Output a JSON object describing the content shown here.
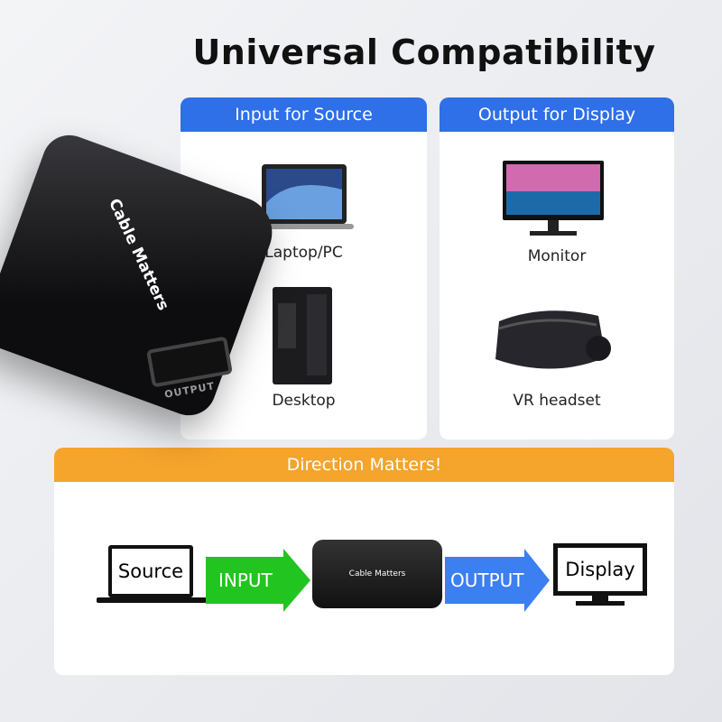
{
  "title": "Universal Compatibility",
  "product": {
    "brand": "Cable Matters",
    "port_label": "OUTPUT"
  },
  "source_card": {
    "header": "Input for Source",
    "items": [
      {
        "label": "Laptop/PC",
        "icon": "laptop-icon"
      },
      {
        "label": "Desktop",
        "icon": "desktop-tower-icon"
      }
    ]
  },
  "display_card": {
    "header": "Output for Display",
    "items": [
      {
        "label": "Monitor",
        "icon": "monitor-icon"
      },
      {
        "label": "VR headset",
        "icon": "vr-headset-icon"
      }
    ]
  },
  "direction": {
    "header": "Direction Matters!",
    "source": "Source",
    "input": "INPUT",
    "device_brand": "Cable Matters",
    "output": "OUTPUT",
    "display": "Display"
  },
  "colors": {
    "blue": "#2f6fe8",
    "orange": "#f5a42c",
    "input_green": "#22c41f",
    "output_blue": "#3b7ff0"
  }
}
